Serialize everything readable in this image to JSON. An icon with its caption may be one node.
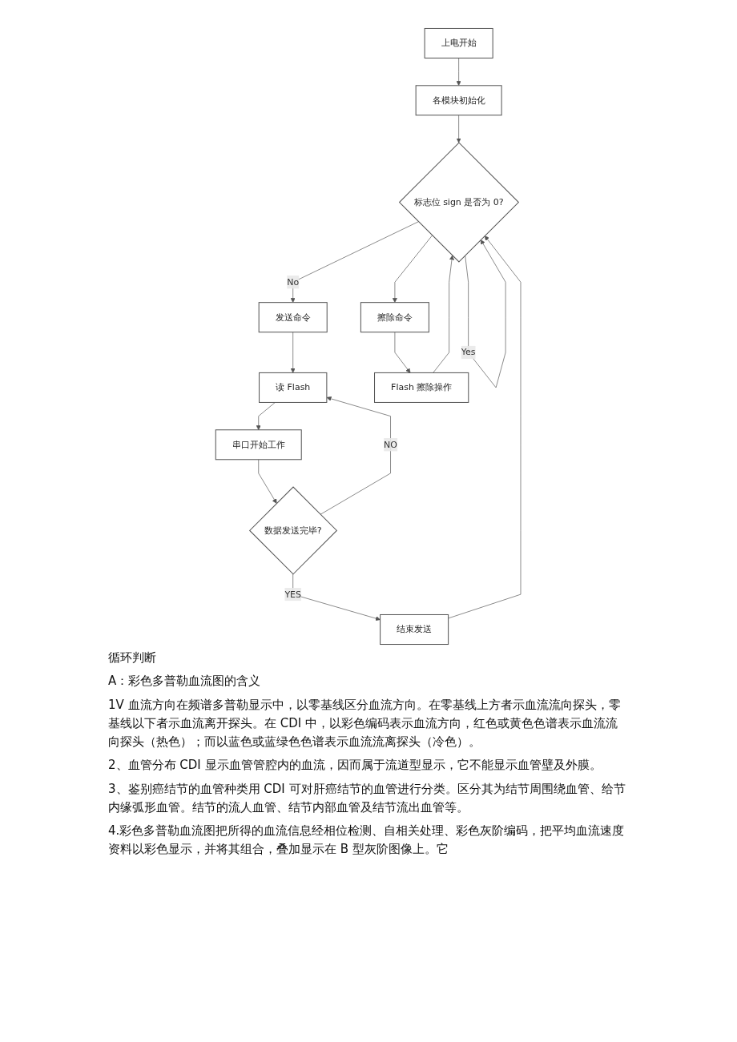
{
  "diagram": {
    "nodes": [
      {
        "text": [
          "上电开始"
        ]
      },
      {
        "text": [
          "各模块初始化"
        ]
      },
      {
        "text": [
          "标志位 sign 是否为 0?"
        ]
      },
      {
        "text": [
          "发送命令"
        ]
      },
      {
        "text": [
          "擦除命令"
        ]
      },
      {
        "text": [
          "读 Flash"
        ]
      },
      {
        "text": [
          "串口开始工作"
        ]
      },
      {
        "text": [
          "数据发送完毕?"
        ]
      },
      {
        "text": [
          "Flash 擦除操作"
        ]
      },
      {
        "text": [
          "结束发送"
        ]
      }
    ],
    "edges": [
      {
        "from": 0,
        "to": 1,
        "arrow": "to"
      },
      {
        "from": 1,
        "to": 2,
        "arrow": "to"
      },
      {
        "from": 2,
        "to": 2,
        "arrow": "to",
        "label": "Yes"
      },
      {
        "from": 2,
        "to": 3,
        "arrow": "to",
        "label": "No"
      },
      {
        "from": 2,
        "to": 4,
        "arrow": "to"
      },
      {
        "from": 3,
        "to": 5,
        "arrow": "to"
      },
      {
        "from": 5,
        "to": 6,
        "arrow": "to"
      },
      {
        "from": 6,
        "to": 7,
        "arrow": "to"
      },
      {
        "from": 7,
        "to": 5,
        "arrow": "to",
        "label": "NO"
      },
      {
        "from": 7,
        "to": 9,
        "arrow": "to",
        "label": "YES"
      },
      {
        "from": 4,
        "to": 8,
        "arrow": "to"
      },
      {
        "from": 9,
        "to": 2,
        "arrow": "to"
      },
      {
        "from": 8,
        "to": 2,
        "arrow": "to"
      }
    ],
    "labels": [
      "循环判断",
      "A：彩色多普勒血流图的含义",
      "1V 血流方向在频谱多普勒显示中，以零基线区分血流方向。在零基线上方者示血流流向探头，零基线以下者示血流离开探头。在 CDI 中，以彩色编码表示血流方向，红色或黄色色谱表示血流流向探头（热色）；而以蓝色或蓝绿色色谱表示血流流离探头（冷色）。",
      "2、血管分布 CDI 显示血管管腔内的血流，因而属于流道型显示，它不能显示血管壁及外膜。",
      "3、鉴别癌结节的血管种类用 CDI 可对肝癌结节的血管进行分类。区分其为结节周围绕血管、给节内缘弧形血管。结节的流人血管、结节内部血管及结节流出血管等。",
      "4.彩色多普勒血流图把所得的血流信息经相位检测、自相关处理、彩色灰阶编码，把平均血流速度资料以彩色显示，并将其组合，叠加显示在 B 型灰阶图像上。它"
    ]
  }
}
